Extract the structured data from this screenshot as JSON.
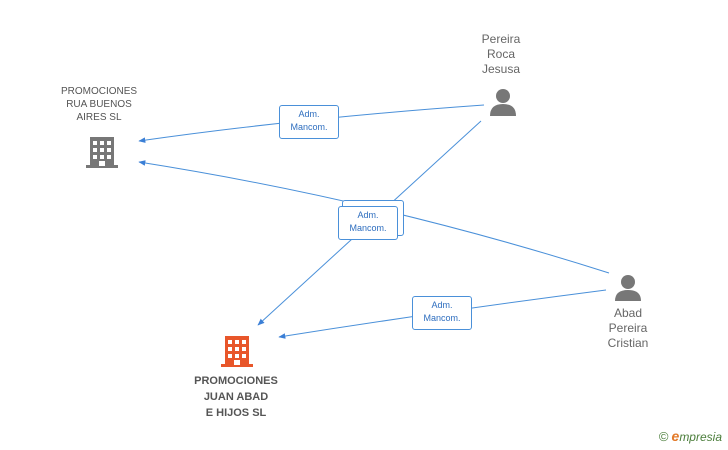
{
  "nodes": {
    "rua_buenos_aires": {
      "label_lines": [
        "PROMOCIONES",
        "RUA BUENOS",
        "AIRES SL"
      ],
      "icon": "building-icon",
      "color": "#777777"
    },
    "juan_abad": {
      "label_lines": [
        "PROMOCIONES",
        "JUAN ABAD",
        "E HIJOS SL"
      ],
      "icon": "building-icon",
      "color": "#e8562a"
    },
    "pereira_roca": {
      "label_lines": [
        "Pereira",
        "Roca",
        "Jesusa"
      ],
      "icon": "person-icon",
      "color": "#777777"
    },
    "abad_pereira": {
      "label_lines": [
        "Abad",
        "Pereira",
        "Cristian"
      ],
      "icon": "person-icon",
      "color": "#777777"
    }
  },
  "edges": [
    {
      "label_lines": [
        "Adm.",
        "Mancom."
      ]
    },
    {
      "label_lines": [
        "Adm.",
        "Mancom."
      ]
    },
    {
      "label_lines": [
        "Adm.",
        "Mancom."
      ]
    }
  ],
  "colors": {
    "edge": "#4a90d9"
  },
  "footer": {
    "copyright": "©",
    "brand_first": "e",
    "brand_rest": "mpresia"
  }
}
